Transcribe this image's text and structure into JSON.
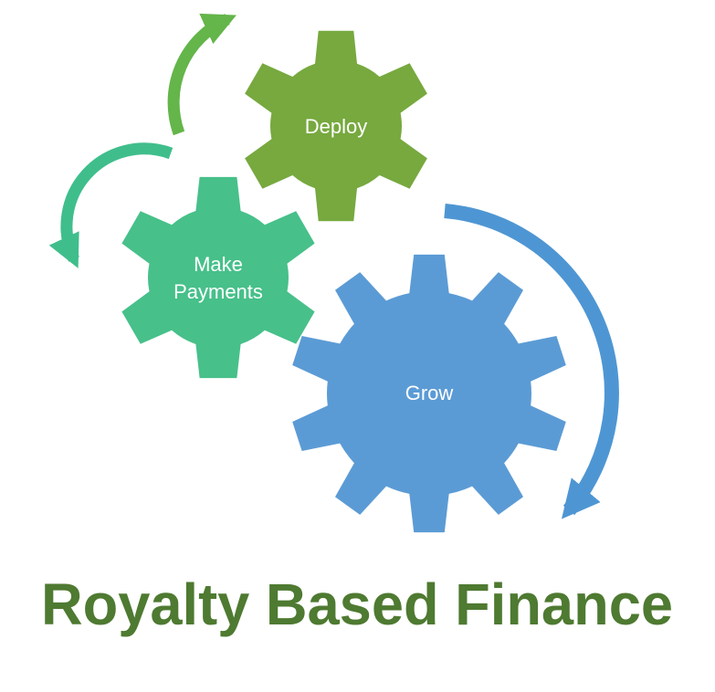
{
  "diagram": {
    "title": "Royalty Based Finance",
    "title_color": "#4E7A31",
    "background_color": "#FFFFFF",
    "gears": [
      {
        "id": "deploy",
        "label": "Deploy",
        "color": "#77A93F",
        "text_color": "#FFFFFF"
      },
      {
        "id": "make-payments",
        "label_line1": "Make",
        "label_line2": "Payments",
        "color": "#47C08A",
        "text_color": "#FFFFFF"
      },
      {
        "id": "grow",
        "label": "Grow",
        "color": "#5B9BD5",
        "text_color": "#FFFFFF"
      }
    ],
    "arrows": [
      {
        "id": "cycle-arrow-up",
        "color": "#64B54A",
        "description": "curved arrow pointing up toward Deploy gear"
      },
      {
        "id": "cycle-arrow-down-left",
        "color": "#3FBE8C",
        "description": "curved arrow pointing down past Make Payments gear"
      },
      {
        "id": "cycle-arrow-down-right",
        "color": "#4E96D3",
        "description": "curved arrow circling down around Grow gear"
      }
    ]
  }
}
